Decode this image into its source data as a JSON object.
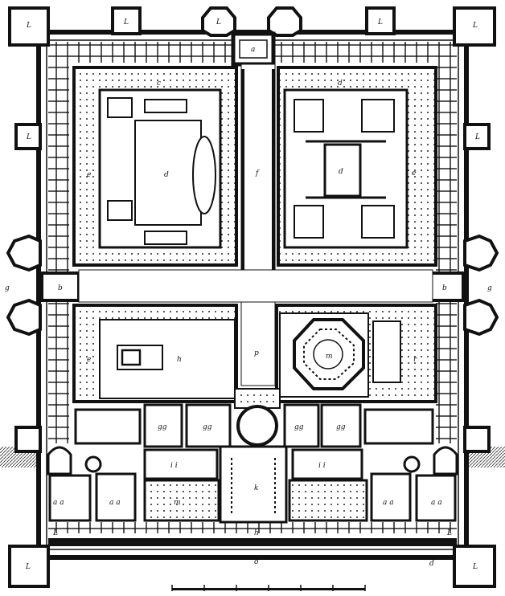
{
  "colors": {
    "ink": "#111111",
    "paper": "#ffffff",
    "water": "#555555"
  },
  "labels": {
    "tower_nw": "L",
    "tower_n1": "L",
    "gate_north_tower": "L",
    "gate_north": "a",
    "tower_n4": "L",
    "tower_ne": "L",
    "tower_w1": "L",
    "tower_e1": "L",
    "gate_west": "b",
    "gate_east": "b",
    "west_g": "g",
    "east_g": "g",
    "court_nw": "c",
    "court_nw_d": "d",
    "court_nw_e": "e",
    "street_north": "f",
    "court_ne_d": "d",
    "court_ne_e": "e",
    "court_ne_center": "d",
    "court_sw": "e",
    "temple": "h",
    "peristyle": "p",
    "mausoleum": "m",
    "court_se": "r",
    "room_1": "gg",
    "room_2": "gg",
    "room_3": "gg",
    "room_4": "gg",
    "hall_1": "i i",
    "hall_2": "i i",
    "hall_3": "a a",
    "hall_4": "a a",
    "hall_5": "a a",
    "hall_6": "a a",
    "hall_7": "m",
    "vestibule": "k",
    "cryptoporticus": "h",
    "south_gate": "o",
    "corner_sw": "L",
    "corner_se": "L",
    "side_w": "L",
    "side_e": "L",
    "mark_bottom": "d"
  }
}
